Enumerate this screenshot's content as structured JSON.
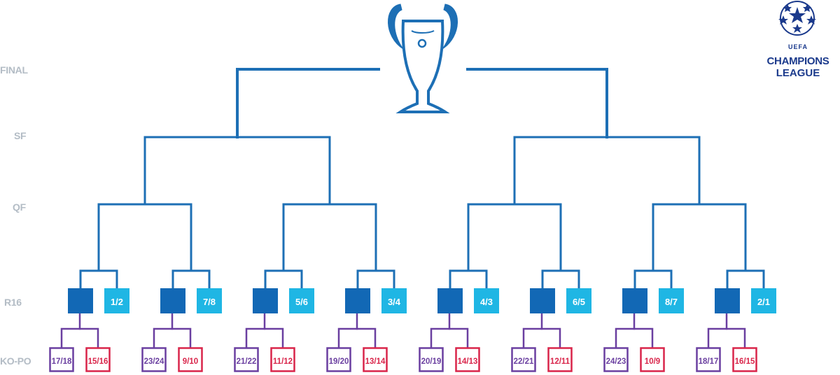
{
  "rounds": {
    "final": "FINAL",
    "sf": "SF",
    "qf": "QF",
    "r16": "R16",
    "kopo": "KO-PO"
  },
  "logo": {
    "uefa": "UEFA",
    "champions": "CHAMPIONS",
    "league": "LEAGUE"
  },
  "r16_seeds": [
    "1/2",
    "7/8",
    "5/6",
    "3/4",
    "4/3",
    "6/5",
    "8/7",
    "2/1"
  ],
  "kopo_pairs": [
    [
      "17/18",
      "15/16"
    ],
    [
      "23/24",
      "9/10"
    ],
    [
      "21/22",
      "11/12"
    ],
    [
      "19/20",
      "13/14"
    ],
    [
      "20/19",
      "14/13"
    ],
    [
      "22/21",
      "12/11"
    ],
    [
      "24/23",
      "10/9"
    ],
    [
      "18/17",
      "16/15"
    ]
  ],
  "colors": {
    "line": "#1d6fb5",
    "r16_dark": "#1268b5",
    "r16_light": "#1fb6e4",
    "kopo_purple": "#6a3fa0",
    "kopo_red": "#d9254a",
    "round_label": "#b3bcc5",
    "logo": "#1b3a8c"
  },
  "icons": {
    "trophy": "champions-league-trophy-icon",
    "starball": "starball-icon"
  }
}
